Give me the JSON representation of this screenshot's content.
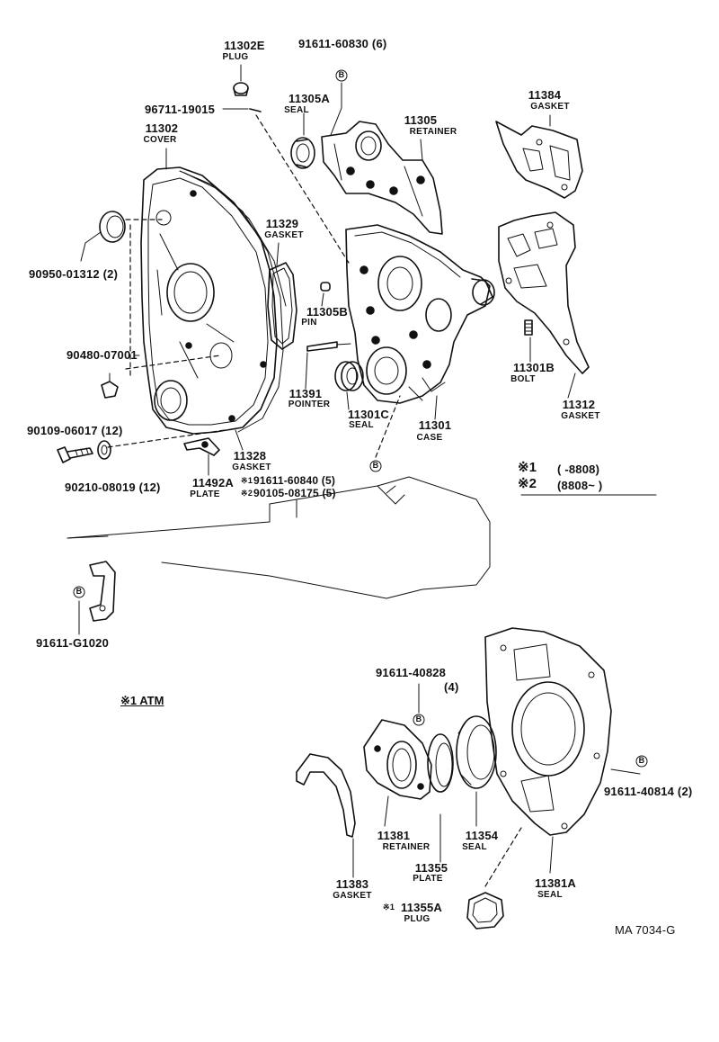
{
  "diagram": {
    "drawing_id": "MA 7034-G",
    "legend": {
      "note1_mark": "※1",
      "note1_range": "(        -8808)",
      "note2_mark": "※2",
      "note2_range": "(8808~        )",
      "atm_note": "※1 ATM"
    },
    "parts": [
      {
        "number": "11302E",
        "name": "PLUG"
      },
      {
        "number": "91611-60830 (6)",
        "name": ""
      },
      {
        "number": "96711-19015",
        "name": ""
      },
      {
        "number": "11305A",
        "name": "SEAL"
      },
      {
        "number": "11305",
        "name": "RETAINER"
      },
      {
        "number": "11384",
        "name": "GASKET"
      },
      {
        "number": "11302",
        "name": "COVER"
      },
      {
        "number": "11329",
        "name": "GASKET"
      },
      {
        "number": "90950-01312 (2)",
        "name": ""
      },
      {
        "number": "11305B",
        "name": "PIN"
      },
      {
        "number": "90480-07001",
        "name": ""
      },
      {
        "number": "11301B",
        "name": "BOLT"
      },
      {
        "number": "11391",
        "name": "POINTER"
      },
      {
        "number": "11312",
        "name": "GASKET"
      },
      {
        "number": "11301C",
        "name": "SEAL"
      },
      {
        "number": "11301",
        "name": "CASE"
      },
      {
        "number": "90109-06017 (12)",
        "name": ""
      },
      {
        "number": "11328",
        "name": "GASKET"
      },
      {
        "number": "90210-08019 (12)",
        "name": ""
      },
      {
        "number": "11492A",
        "name": "PLATE"
      },
      {
        "number": "91611-60840 (5)",
        "name": "",
        "mark": "※1"
      },
      {
        "number": "90105-08175 (5)",
        "name": "",
        "mark": "※2"
      },
      {
        "number": "91611-G1020",
        "name": ""
      },
      {
        "number": "91611-40828",
        "name": ""
      },
      {
        "number": "(4)",
        "name": ""
      },
      {
        "number": "91611-40814 (2)",
        "name": ""
      },
      {
        "number": "11381",
        "name": "RETAINER"
      },
      {
        "number": "11354",
        "name": "SEAL"
      },
      {
        "number": "11355",
        "name": "PLATE"
      },
      {
        "number": "11381A",
        "name": "SEAL"
      },
      {
        "number": "11383",
        "name": "GASKET"
      },
      {
        "number": "11355A",
        "name": "PLUG",
        "mark": "※1"
      }
    ],
    "bolt_marker": "B"
  }
}
